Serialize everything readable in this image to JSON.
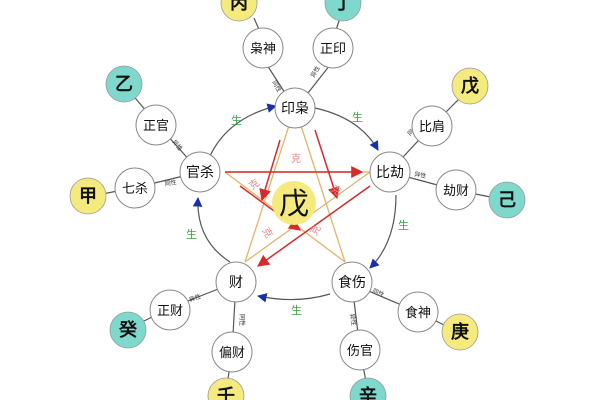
{
  "center": {
    "label": "戊"
  },
  "core": {
    "yinxiao": "印枭",
    "bijie": "比劫",
    "shishang": "食伤",
    "cai": "财",
    "guansha": "官杀"
  },
  "ten_gods": {
    "xiaoshen": "枭神",
    "zhengyin": "正印",
    "bijian": "比肩",
    "jiecai": "劫财",
    "shishen": "食神",
    "shangguan": "伤官",
    "piancai": "偏财",
    "zhengcai": "正财",
    "qisha": "七杀",
    "zhengguan": "正官"
  },
  "stems": {
    "bing": "丙",
    "ding": "丁",
    "wu": "戊",
    "ji": "己",
    "geng": "庚",
    "xin": "辛",
    "ren": "壬",
    "gui": "癸",
    "jia": "甲",
    "yi": "乙"
  },
  "relations": {
    "sheng": "生",
    "ke": "克",
    "same": "同性",
    "diff": "异性"
  },
  "colors": {
    "yellow": "#f5ea7e",
    "cyan": "#7fd8cc",
    "node_border": "#888888",
    "sheng_text": "#3fa14a",
    "ke_text": "#e88a8a",
    "cycle_arrow": "#1a2fa8",
    "ke_arrow": "#d82a2a",
    "star_line": "#e0b56a"
  }
}
